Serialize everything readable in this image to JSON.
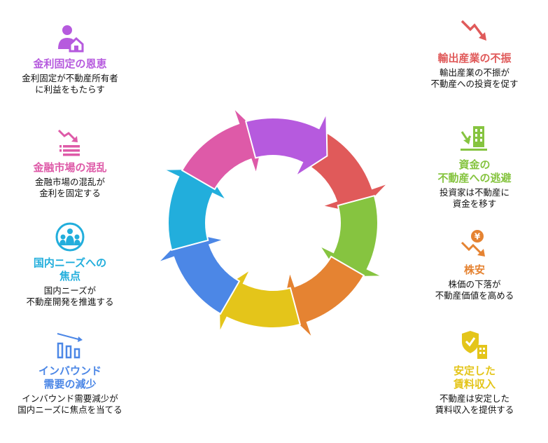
{
  "colors": {
    "red": "#E05A5A",
    "green": "#86C440",
    "orange": "#E58332",
    "yellow": "#E4C51A",
    "blue": "#4C87E6",
    "cyan": "#22AEDC",
    "pink": "#DE5AA8",
    "purple": "#B65ADE"
  },
  "items": {
    "fixed_rate": {
      "title": "金利固定の恩恵",
      "desc": "金利固定が不動産所有者\nに利益をもたらす",
      "icon": "owner-house-icon",
      "color": "#B65ADE"
    },
    "market_turmoil": {
      "title": "金融市場の混乱",
      "desc": "金融市場の混乱が\n金利を固定する",
      "icon": "market-decline-icon",
      "color": "#DE5AA8"
    },
    "domestic_focus": {
      "title": "国内ニーズへの\n焦点",
      "desc": "国内ニーズが\n不動産開発を推進する",
      "icon": "people-group-icon",
      "color": "#22AEDC"
    },
    "inbound_decline": {
      "title": "インバウンド\n需要の減少",
      "desc": "インバウンド需要減少が\n国内ニーズに焦点を当てる",
      "icon": "declining-bars-icon",
      "color": "#4C87E6"
    },
    "export_slump": {
      "title": "輸出産業の不振",
      "desc": "輸出産業の不振が\n不動産への投資を促す",
      "icon": "trend-down-icon",
      "color": "#E05A5A"
    },
    "capital_flight": {
      "title": "資金の\n不動産への逃避",
      "desc": "投資家は不動産に\n資金を移す",
      "icon": "building-arrow-icon",
      "color": "#86C440"
    },
    "stock_drop": {
      "title": "株安",
      "desc": "株価の下落が\n不動産価値を高める",
      "icon": "yen-down-icon",
      "color": "#E58332"
    },
    "stable_rent": {
      "title": "安定した\n賃料収入",
      "desc": "不動産は安定した\n賃料収入を提供する",
      "icon": "shield-income-icon",
      "color": "#E4C51A"
    }
  }
}
